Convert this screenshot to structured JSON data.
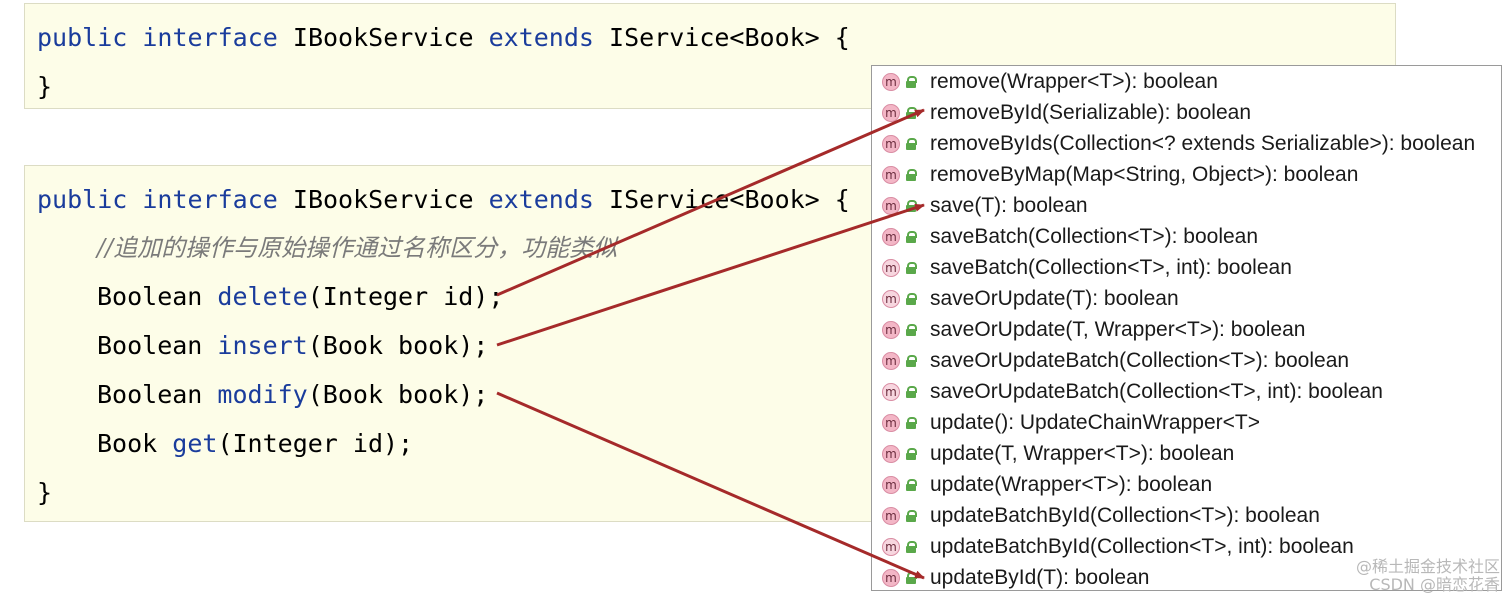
{
  "code_top": {
    "line1": {
      "kw1": "public",
      "kw2": "interface",
      "name": "IBookService",
      "kw3": "extends",
      "rest": "IService<Book> {"
    },
    "line2": "}"
  },
  "code_bottom": {
    "line1": {
      "kw1": "public",
      "kw2": "interface",
      "name": "IBookService",
      "kw3": "extends",
      "rest": "IService<Book> {"
    },
    "comment": "//追加的操作与原始操作通过名称区分，功能类似",
    "methods": [
      {
        "type": "Boolean",
        "name": "delete",
        "params": "(Integer id);"
      },
      {
        "type": "Boolean",
        "name": "insert",
        "params": "(Book book);"
      },
      {
        "type": "Boolean",
        "name": "modify",
        "params": "(Book book);"
      },
      {
        "type": "Book",
        "name": "get",
        "params": "(Integer id);"
      }
    ],
    "closing": "}"
  },
  "popup": {
    "items": [
      {
        "icon": "m",
        "sig": "remove(Wrapper<T>): boolean"
      },
      {
        "icon": "m",
        "sig": "removeById(Serializable): boolean"
      },
      {
        "icon": "m",
        "sig": "removeByIds(Collection<? extends Serializable>): boolean"
      },
      {
        "icon": "m",
        "sig": "removeByMap(Map<String, Object>): boolean"
      },
      {
        "icon": "m",
        "sig": "save(T): boolean"
      },
      {
        "icon": "m",
        "sig": "saveBatch(Collection<T>): boolean"
      },
      {
        "icon": "(m)",
        "sig": "saveBatch(Collection<T>, int): boolean"
      },
      {
        "icon": "(m)",
        "sig": "saveOrUpdate(T): boolean"
      },
      {
        "icon": "m",
        "sig": "saveOrUpdate(T, Wrapper<T>): boolean"
      },
      {
        "icon": "m",
        "sig": "saveOrUpdateBatch(Collection<T>): boolean"
      },
      {
        "icon": "(m)",
        "sig": "saveOrUpdateBatch(Collection<T>, int): boolean"
      },
      {
        "icon": "m",
        "sig": "update(): UpdateChainWrapper<T>"
      },
      {
        "icon": "m",
        "sig": "update(T, Wrapper<T>): boolean"
      },
      {
        "icon": "m",
        "sig": "update(Wrapper<T>): boolean"
      },
      {
        "icon": "m",
        "sig": "updateBatchById(Collection<T>): boolean"
      },
      {
        "icon": "(m)",
        "sig": "updateBatchById(Collection<T>, int): boolean"
      },
      {
        "icon": "m",
        "sig": "updateById(T): boolean"
      }
    ]
  },
  "colors": {
    "keyword": "#1a3c9c",
    "arrow": "#a52a2a",
    "method_icon": "#f3b6c6",
    "lock": "#5aa84a"
  },
  "watermark": {
    "line1": "@稀土掘金技术社区",
    "line2": "CSDN @暗恋花香"
  }
}
